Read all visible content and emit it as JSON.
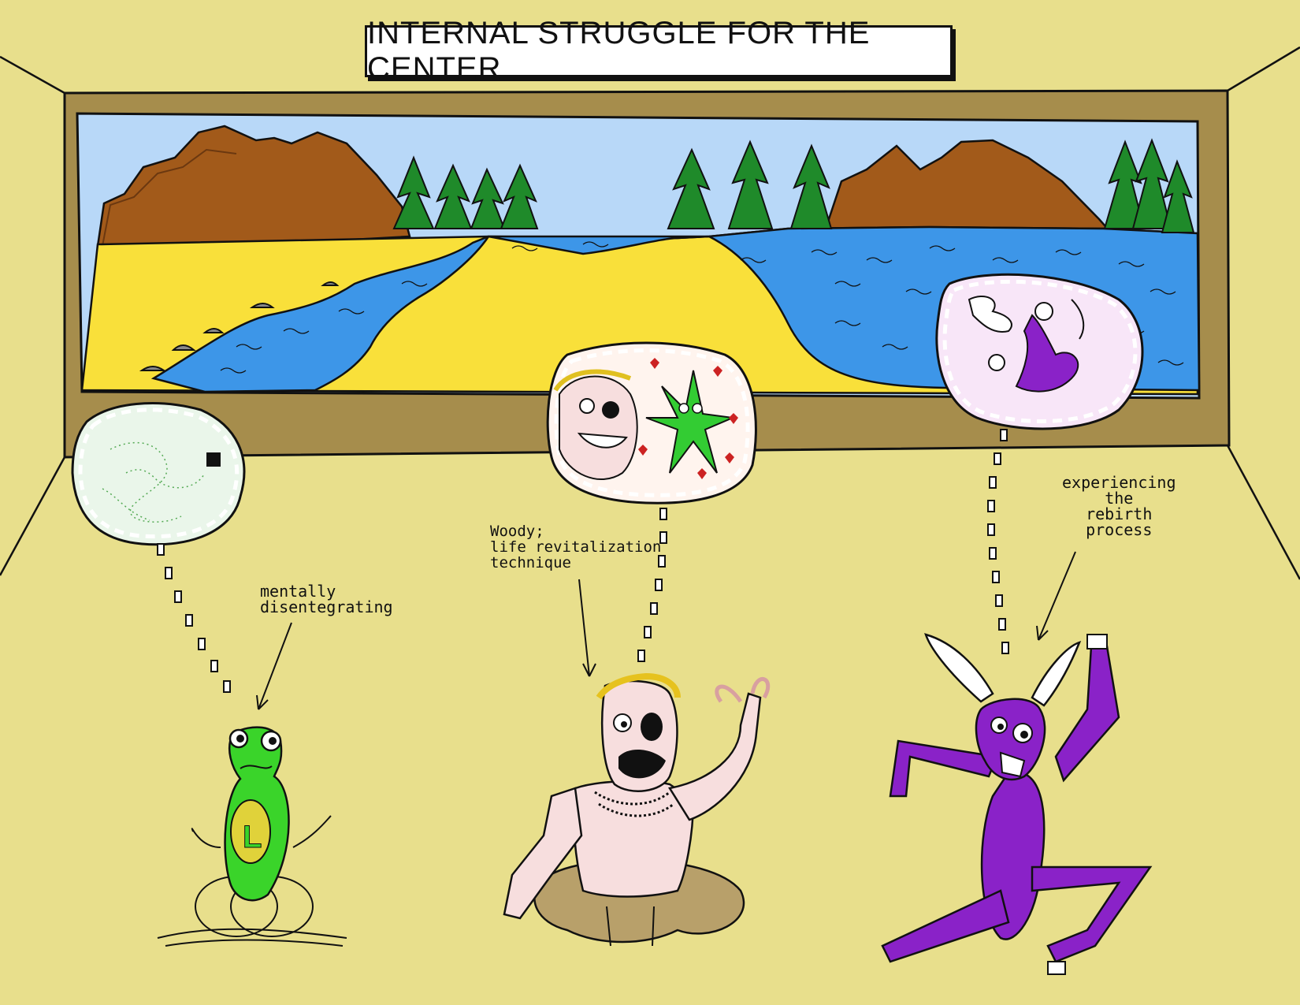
{
  "title": "INTERNAL STRUGGLE FOR THE CENTER",
  "captions": {
    "left": "mentally\ndisentegrating",
    "middle": "Woody;\nlife revitalization\ntechnique",
    "right": "experiencing\nthe\nrebirth\nprocess"
  },
  "colors": {
    "wall": "#e8df8c",
    "frame": "#a68d4c",
    "sky": "#b8d8f8",
    "sand": "#f9e03a",
    "water": "#3d96e8",
    "mountain": "#a25a1a",
    "tree": "#1f8a2a",
    "frog": "#3ad42a",
    "creature": "#8a22c8",
    "skin": "#f7dede",
    "shorts": "#b8a06a"
  }
}
